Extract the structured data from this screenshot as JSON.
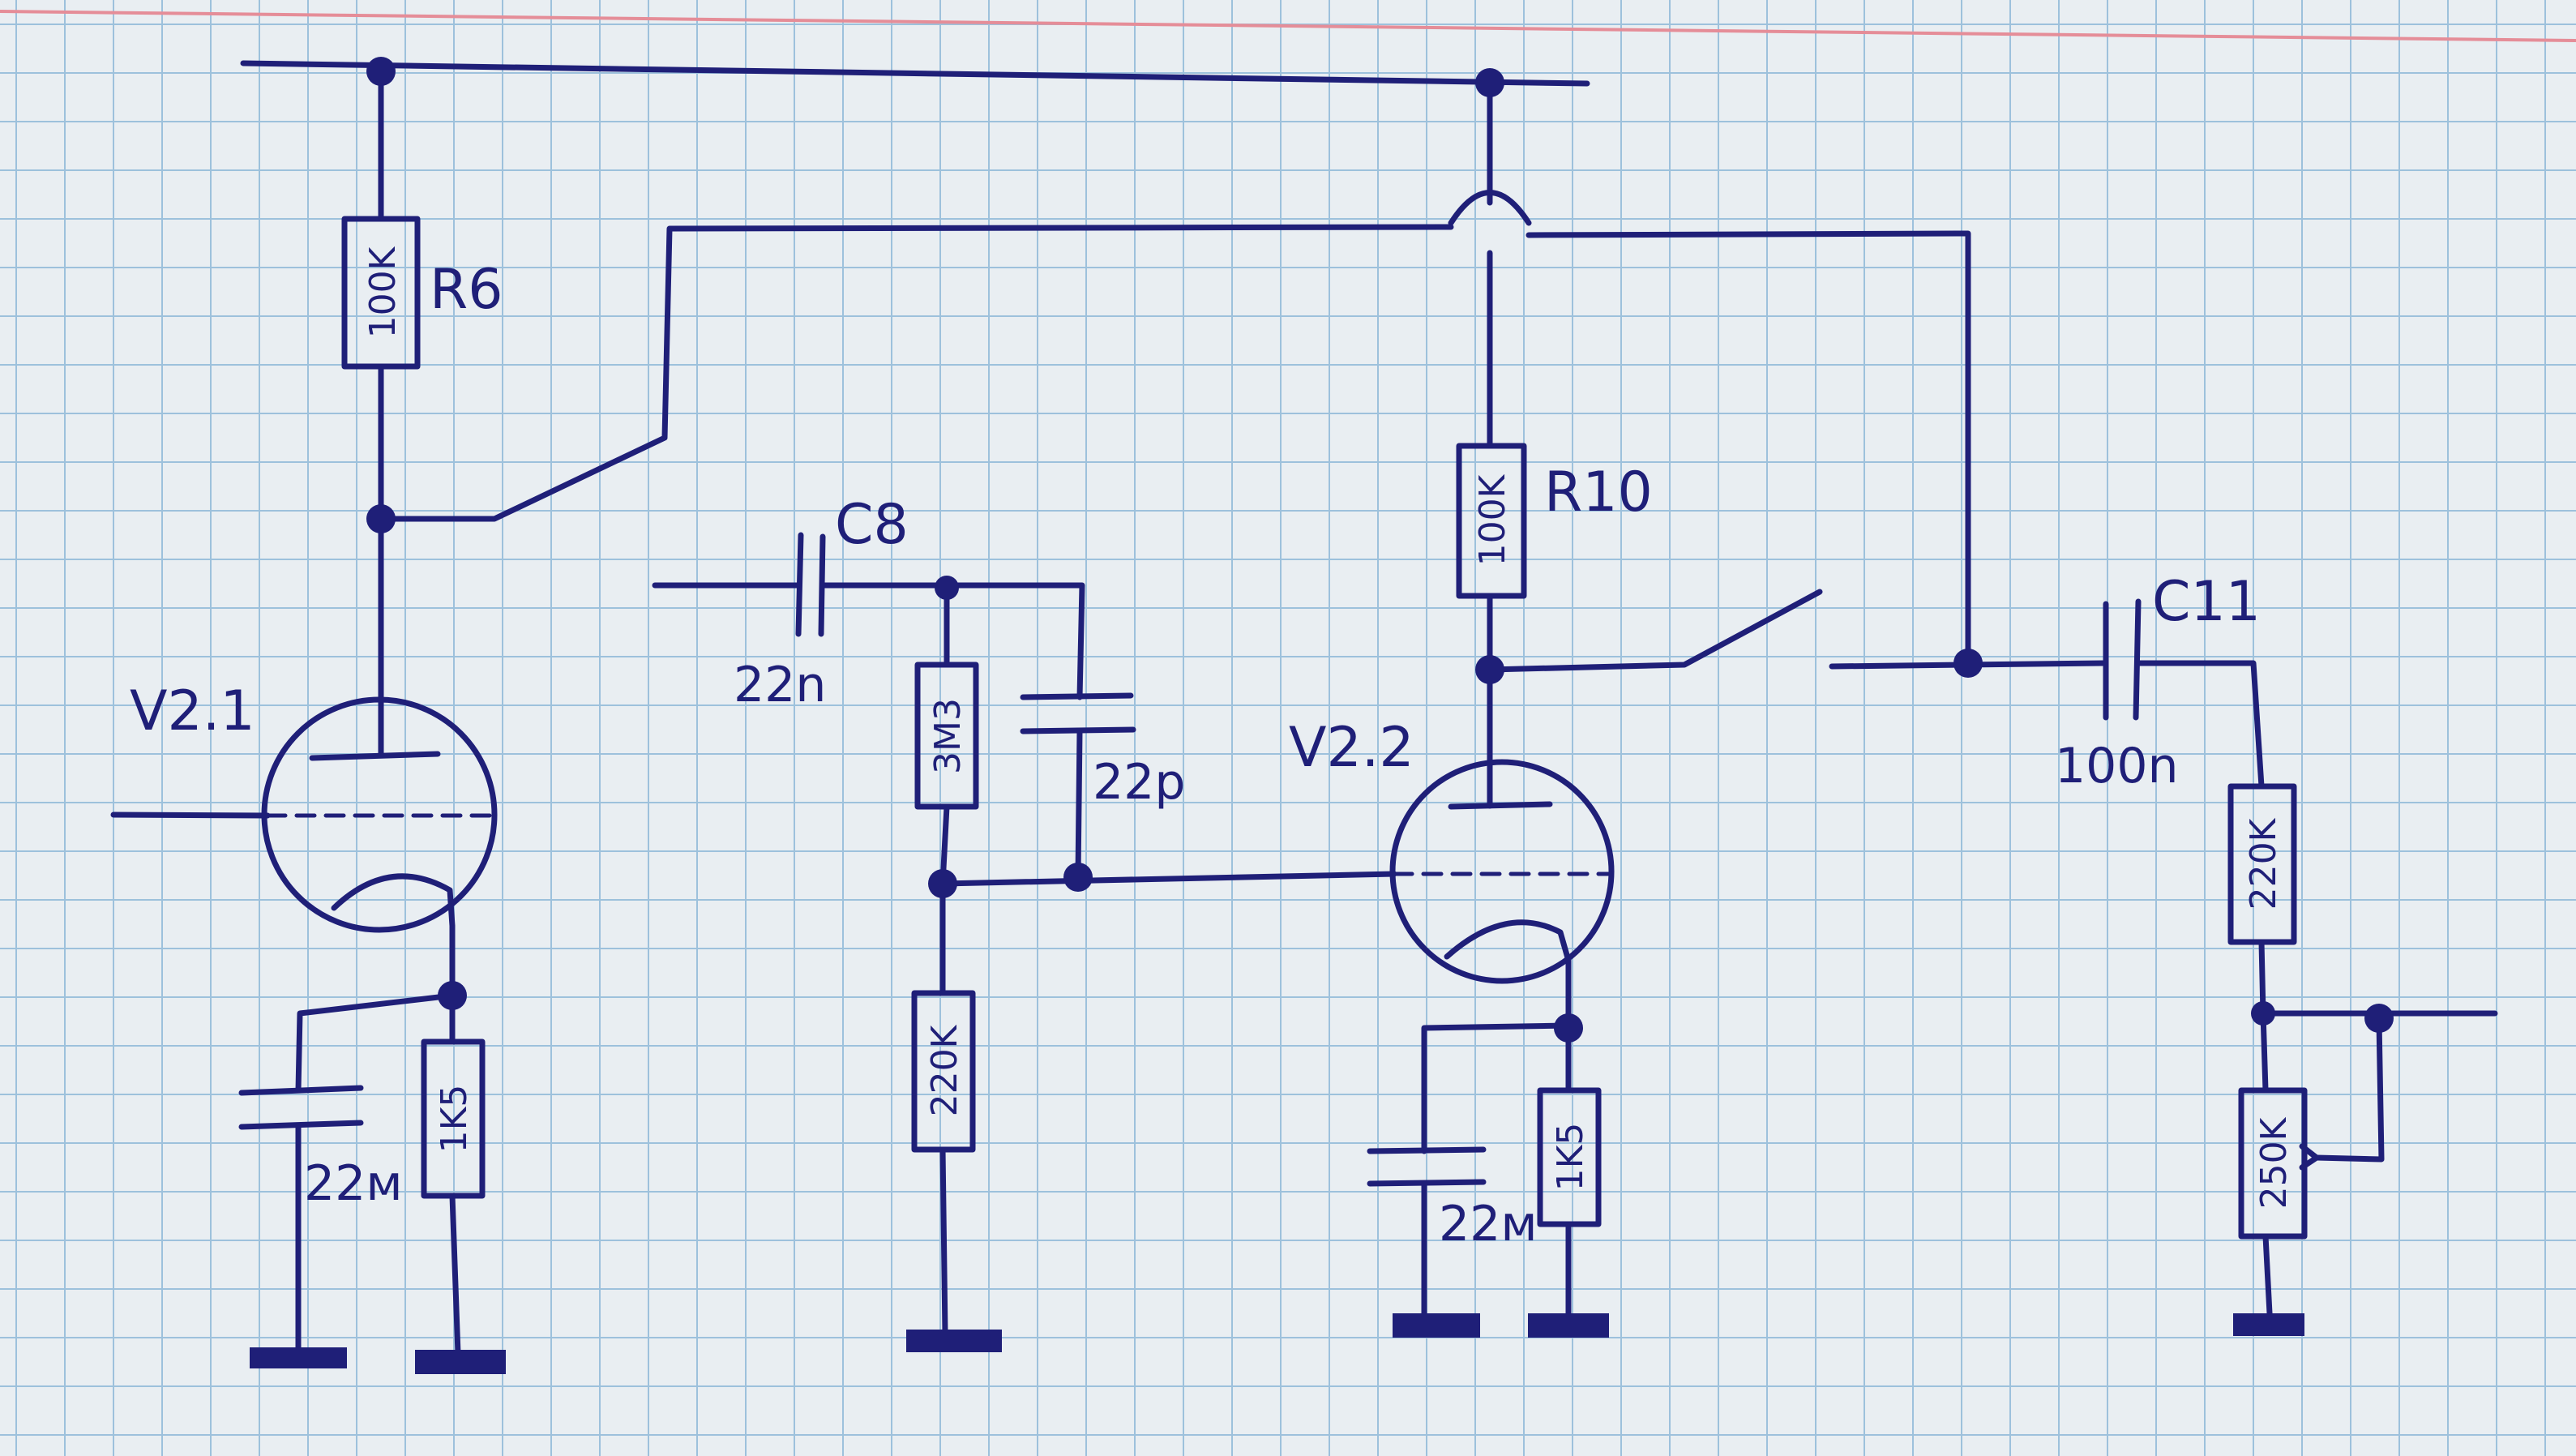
{
  "components": {
    "r6": {
      "ref": "R6",
      "value": "100K"
    },
    "r10": {
      "ref": "R10",
      "value": "100K"
    },
    "v21": {
      "ref": "V2.1"
    },
    "v22": {
      "ref": "V2.2"
    },
    "c8": {
      "ref": "C8",
      "value": "22n"
    },
    "c11": {
      "ref": "C11",
      "value": "100n"
    },
    "r_3m3": {
      "value": "3M3"
    },
    "c_22p": {
      "value": "22p"
    },
    "r_220k_grid": {
      "value": "220K"
    },
    "r_1k5_v21": {
      "value": "1K5"
    },
    "c_22u_v21": {
      "value": "22м"
    },
    "r_1k5_v22": {
      "value": "1K5"
    },
    "c_22u_v22": {
      "value": "22м"
    },
    "r_220k_out": {
      "value": "220K"
    },
    "pot_250k": {
      "value": "250K"
    }
  },
  "colors": {
    "paper": "#e9eef2",
    "grid": "#9dc1dc",
    "ink": "#1f1f78",
    "margin_line": "#e58d98"
  }
}
